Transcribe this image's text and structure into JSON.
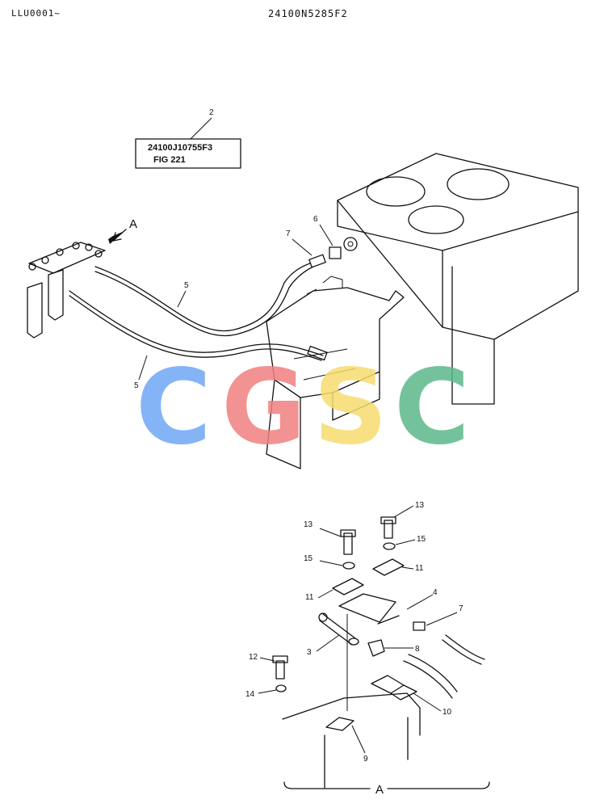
{
  "header": {
    "doc_code": "LLU0001~",
    "drawing_number": "24100N5285F2"
  },
  "reference_box": {
    "line1": "24100J10755F3",
    "line2": "FIG 221"
  },
  "view_marker": "A",
  "detail_label": "A",
  "callouts": {
    "c2": "2",
    "c6": "6",
    "c7": "7",
    "c5a": "5",
    "c5b": "5",
    "c13a": "13",
    "c13b": "13",
    "c15a": "15",
    "c15b": "15",
    "c11a": "11",
    "c11b": "11",
    "c4": "4",
    "c7b": "7",
    "c3": "3",
    "c8": "8",
    "c12": "12",
    "c14": "14",
    "c10": "10",
    "c9": "9"
  },
  "watermark": {
    "letters": [
      "C",
      "G",
      "S",
      "C"
    ],
    "colors": [
      "#6fa8f5",
      "#f08080",
      "#f7dc6f",
      "#5cb88a"
    ]
  }
}
